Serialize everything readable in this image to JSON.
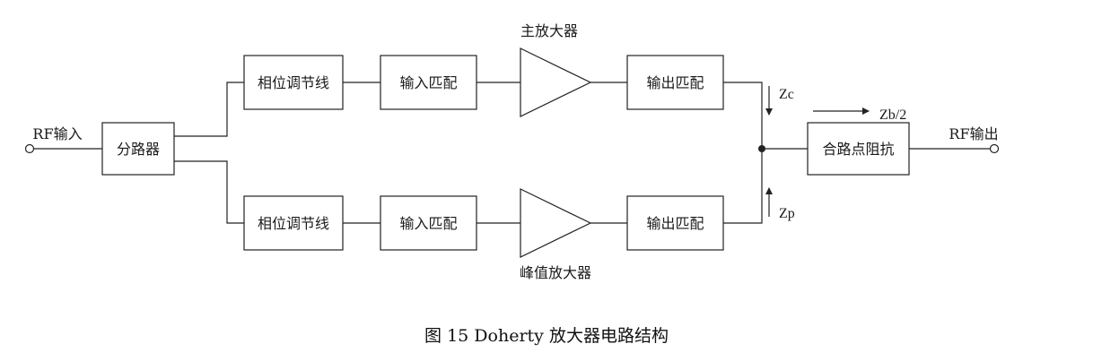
{
  "labels": {
    "rf_in": "RF输入",
    "splitter": "分路器",
    "phase_line_top": "相位调节线",
    "input_match_top": "输入匹配",
    "main_amp": "主放大器",
    "output_match_top": "输出匹配",
    "phase_line_bottom": "相位调节线",
    "input_match_bottom": "输入匹配",
    "peak_amp": "峰值放大器",
    "output_match_bottom": "输出匹配",
    "zc": "Zc",
    "zp": "Zp",
    "zb2": "Zb/2",
    "combiner": "合路点阻抗",
    "rf_out": "RF输出"
  },
  "caption": "图 15 Doherty 放大器电路结构"
}
